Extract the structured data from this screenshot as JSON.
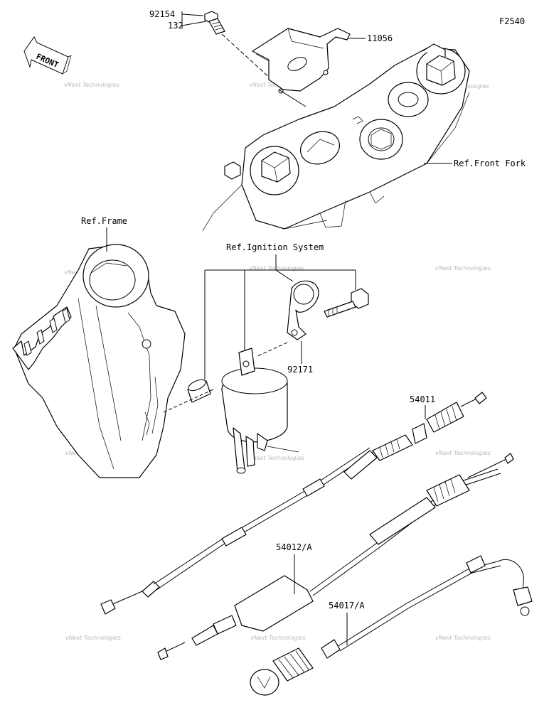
{
  "figure_code": "F2540",
  "front_marker": "FRONT",
  "watermark": "vNext Technologies",
  "callouts": [
    {
      "id": "c92154",
      "text": "92154"
    },
    {
      "id": "c132",
      "text": "132"
    },
    {
      "id": "c11056",
      "text": "11056"
    },
    {
      "id": "cfork",
      "text": "Ref.Front Fork"
    },
    {
      "id": "cframe",
      "text": "Ref.Frame"
    },
    {
      "id": "cign",
      "text": "Ref.Ignition System"
    },
    {
      "id": "c92171",
      "text": "92171"
    },
    {
      "id": "c54011",
      "text": "54011"
    },
    {
      "id": "c54012",
      "text": "54012/A"
    },
    {
      "id": "c54017",
      "text": "54017/A"
    }
  ]
}
